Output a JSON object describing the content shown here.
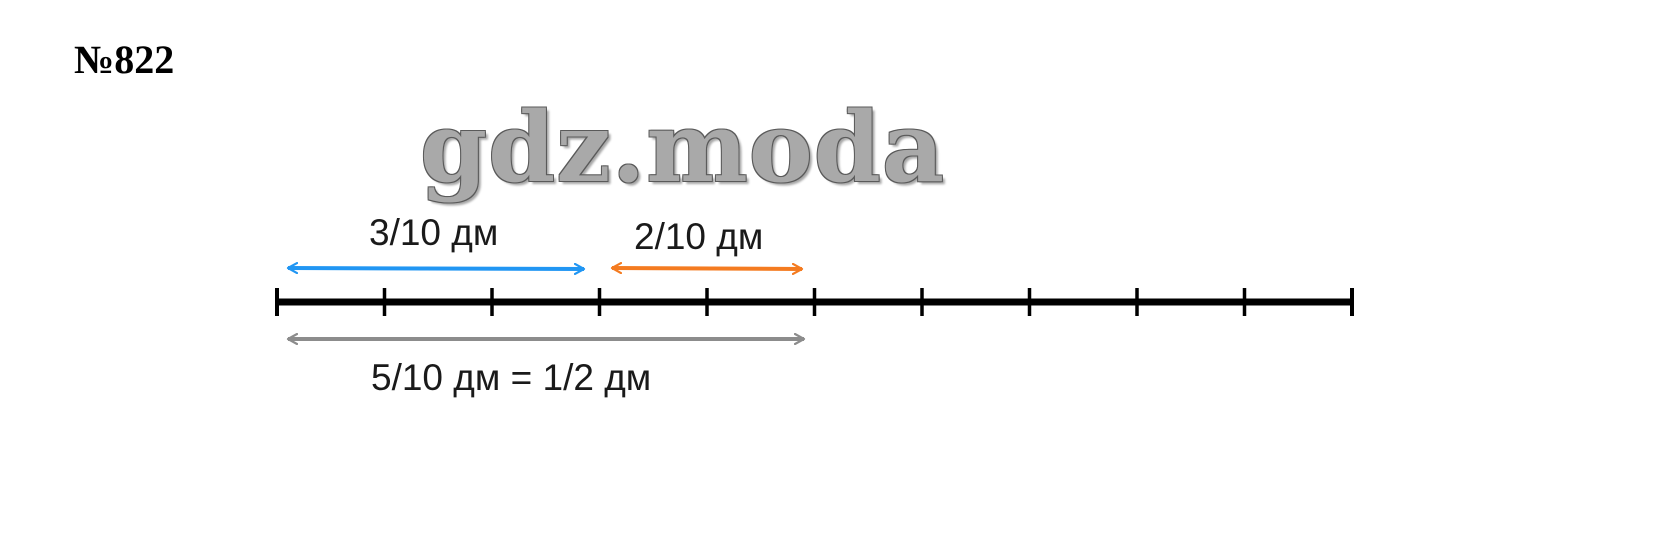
{
  "problem": {
    "number": "№822"
  },
  "watermark": {
    "text": "gdz.moda"
  },
  "number_line": {
    "divisions": 10,
    "unit": "дм",
    "segments": [
      {
        "id": "first",
        "from": 0,
        "to": 3,
        "label": "3/10 дм",
        "color": "#2196f3"
      },
      {
        "id": "second",
        "from": 3,
        "to": 5,
        "label": "2/10 дм",
        "color": "#f47b20"
      },
      {
        "id": "total",
        "from": 0,
        "to": 5,
        "label": "5/10 дм = 1/2 дм",
        "color": "#8c8c8c"
      }
    ]
  }
}
